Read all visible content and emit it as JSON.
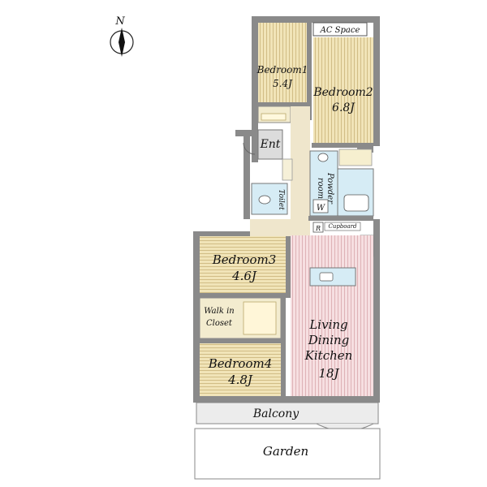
{
  "compass": {
    "label": "N"
  },
  "rooms": {
    "ac_space": "AC Space",
    "bedroom1_name": "Bedroom1",
    "bedroom1_size": "5.4J",
    "bedroom2_name": "Bedroom2",
    "bedroom2_size": "6.8J",
    "ent": "Ent",
    "powder_line1": "Powder",
    "powder_line2": "room",
    "w": "W",
    "toilet": "Toilet",
    "r": "R",
    "cupboard": "Cupboard",
    "bedroom3_name": "Bedroom3",
    "bedroom3_size": "4.6J",
    "walkin_line1": "Walk in",
    "walkin_line2": "Closet",
    "ldk_line1": "Living",
    "ldk_line2": "Dining",
    "ldk_line3": "Kitchen",
    "ldk_size": "18J",
    "bedroom4_name": "Bedroom4",
    "bedroom4_size": "4.8J",
    "balcony": "Balcony",
    "garden": "Garden"
  },
  "colors": {
    "wood_floor": "#efe3b8",
    "tatami_bedroom": "#efe3b8",
    "ldk_floor": "#f7dfe1",
    "wet_area": "#d6ecf5",
    "corridor": "#efe6cc",
    "wall": "#8a8a8a",
    "balcony": "#ececec"
  }
}
